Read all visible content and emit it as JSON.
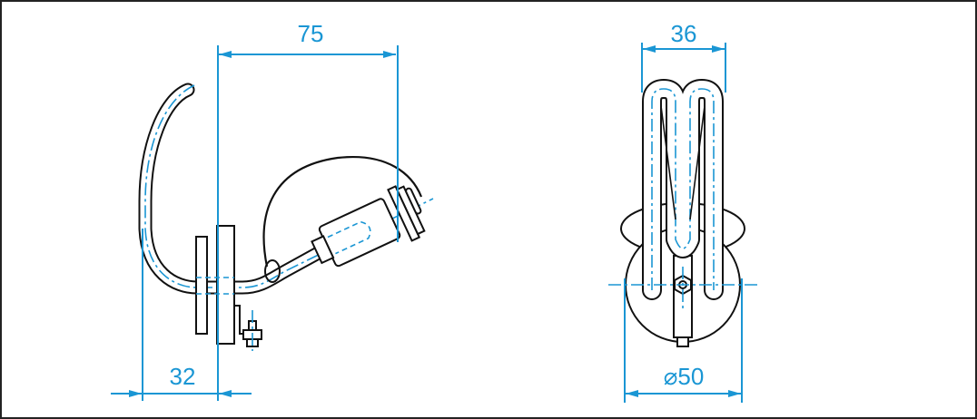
{
  "dimensions": {
    "side_width": "75",
    "side_offset": "32",
    "front_width": "36",
    "front_diameter": "⌀50"
  },
  "colors": {
    "dimension": "#1a96d4",
    "outline": "#111111"
  }
}
